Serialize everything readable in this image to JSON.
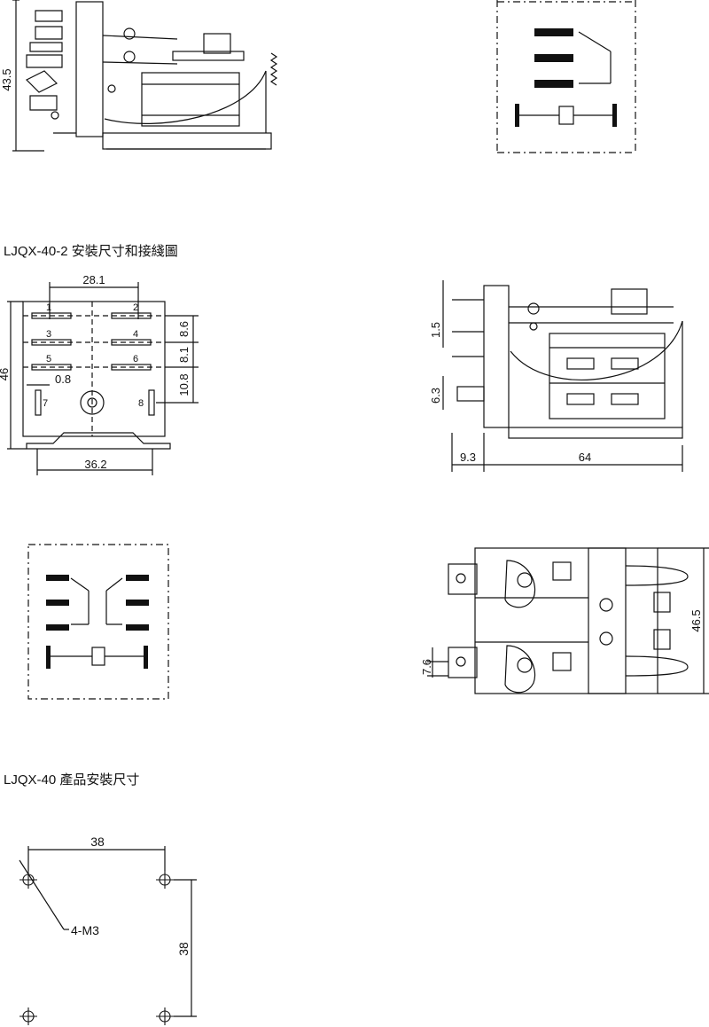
{
  "sections": {
    "relay2_title": "LJQX-40-2 安裝尺寸和接綫圖",
    "mount_title": "LJQX-40 產品安裝尺寸"
  },
  "top_side_view": {
    "height_dim": "43.5"
  },
  "front_view": {
    "dims": {
      "width_top": "28.1",
      "height": "46",
      "pin_width": "0.8",
      "base_width": "36.2",
      "pitch_1": "8.6",
      "pitch_2": "8.1",
      "pitch_3": "10.8"
    },
    "pins": [
      "1",
      "2",
      "3",
      "4",
      "5",
      "6",
      "7",
      "8"
    ]
  },
  "side_view": {
    "dims": {
      "pin_gap": "1.5",
      "tab_height": "6.3",
      "pin_length": "9.3",
      "body_length": "64"
    }
  },
  "top_view": {
    "dims": {
      "width": "46.5",
      "tab_pitch": "7.6"
    }
  },
  "mounting": {
    "dims": {
      "hole_spacing_x": "38",
      "hole_spacing_y": "38",
      "hole_label": "4-M3"
    }
  },
  "colors": {
    "line": "#111111",
    "background": "#ffffff"
  }
}
